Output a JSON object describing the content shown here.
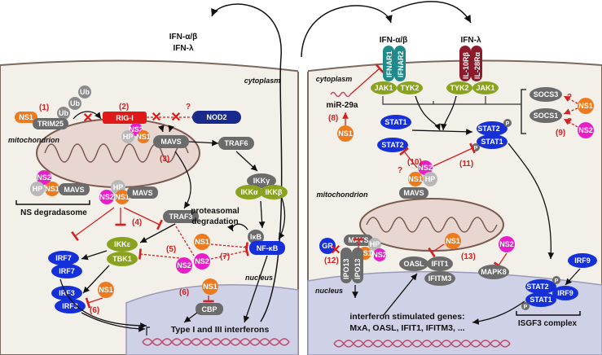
{
  "top": {
    "ifn_left": [
      "IFN-α/β",
      "IFN-λ"
    ],
    "ifn_right_ab": "IFN-α/β",
    "ifn_right_l": "IFN-λ"
  },
  "left": {
    "cytoplasm": "cytoplasm",
    "mitochondrion": "mitochondrion",
    "nucleus": "nucleus",
    "ub": [
      "Ub",
      "Ub",
      "Ub"
    ],
    "ns1": "NS1",
    "ns2": "NS2",
    "hp": "HP",
    "trim25": "TRIM25",
    "rigi": "RIG-I",
    "nod2": "NOD2",
    "mavs": "MAVS",
    "traf3": "TRAF3",
    "traf6": "TRAF6",
    "ikkg": "IKKγ",
    "ikka": "IKKα",
    "ikkb": "IKKβ",
    "ikke": "IKKε",
    "tbk1": "TBK1",
    "ikb": "IκB",
    "nfkb": "NF-κB",
    "irf7": "IRF7",
    "irf3": "IRF3",
    "cbp": "CBP",
    "ns_degradasome": "NS degradasome",
    "proteasomal": "proteasomal",
    "degradation": "degradation",
    "type_ifn": "Type I and III interferons",
    "nums": [
      "(1)",
      "(2)",
      "(3)",
      "(4)",
      "(5)",
      "(6)",
      "(6)",
      "(7)"
    ],
    "question": "?"
  },
  "right": {
    "cytoplasm": "cytoplasm",
    "mitochondrion": "mitochondrion",
    "nucleus": "nucleus",
    "ifnar1": "IFNAR1",
    "ifnar2": "IFNAR2",
    "il10rb": "IL-10Rβ",
    "il28ra": "IL-28Rα",
    "jak1": "JAK1",
    "tyk2": "TYK2",
    "mir": "miR-29a",
    "stat1": "STAT1",
    "stat2": "STAT2",
    "p": "P",
    "socs3": "SOCS3",
    "socs1": "SOCS1",
    "irf9": "IRF9",
    "gr": "GR",
    "ipo13": "IPO13",
    "oasl": "OASL",
    "ifit1": "IFIT1",
    "ifitm3": "IFITM3",
    "mapk8": "MAPK8",
    "isg_line1": "interferon stimulated genes:",
    "isg_line2": "MxA, OASL, IFIT1, IFITM3, ...",
    "isgf3": "ISGF3 complex",
    "nums": [
      "(8)",
      "(9)",
      "(10)",
      "(11)",
      "(12)",
      "(13)"
    ],
    "question": "?"
  },
  "colors": {
    "ns1": "#ee7a1e",
    "ns2": "#e81ec8",
    "hp": "#b8b8b8",
    "grey": "#6b6b6b",
    "red": "#e01818",
    "navy": "#1a2a8c",
    "blue": "#1530d8",
    "olive": "#8aa31e",
    "teal": "#1f8a8a",
    "maroon": "#8c1a2a",
    "cell": "#f3efe9",
    "nucleus": "#cfd1e6",
    "inhibit": "#d42020"
  }
}
